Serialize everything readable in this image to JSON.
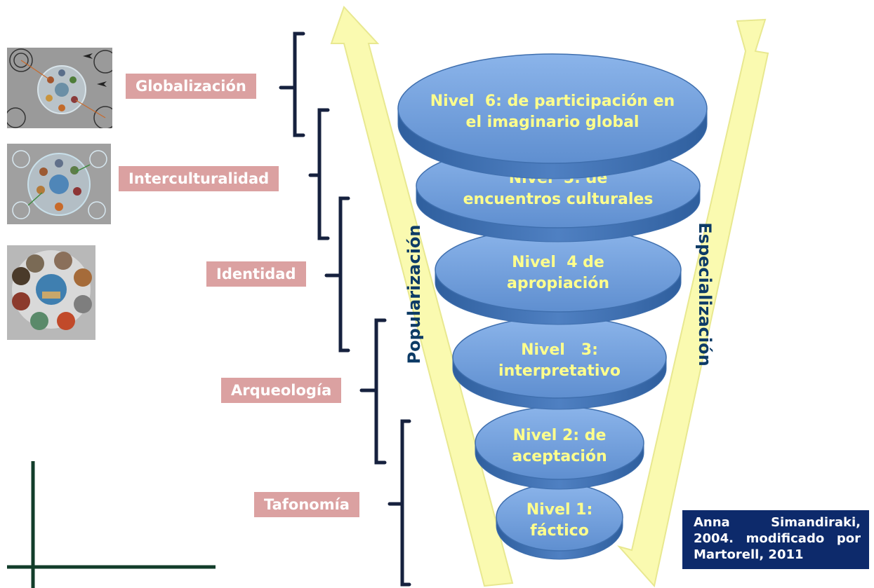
{
  "levels": [
    {
      "line1": "Nivel  6: de participación en",
      "line2": "el imaginario global"
    },
    {
      "line1": "Nivel  5: de",
      "line2": "encuentros culturales"
    },
    {
      "line1": "Nivel  4 de",
      "line2": "apropiación"
    },
    {
      "line1": "Nivel   3:",
      "line2": "interpretativo"
    },
    {
      "line1": "Nivel 2: de",
      "line2": "aceptación"
    },
    {
      "line1": "Nivel 1:",
      "line2": "fáctico"
    }
  ],
  "arrows": {
    "left_label": "Popularización",
    "right_label": "Especialización"
  },
  "tags": [
    {
      "label": "Globalización"
    },
    {
      "label": "Interculturalidad"
    },
    {
      "label": "Identidad"
    },
    {
      "label": "Arqueología"
    },
    {
      "label": "Tafonomía"
    }
  ],
  "credit": "Anna Simandiraki, 2004. modificado por Martorell, 2011",
  "colors": {
    "disc_fill": "#6f9fdc",
    "disc_edge": "#3f6fae",
    "level_text": "#ffff8c",
    "arrow_fill": "#fafab0",
    "arrow_edge": "#e8e890",
    "tag_fill": "#dba1a1",
    "bracket": "#16213e",
    "credit_fill": "#0d2a6b",
    "corner_lines": "#123d2a"
  }
}
